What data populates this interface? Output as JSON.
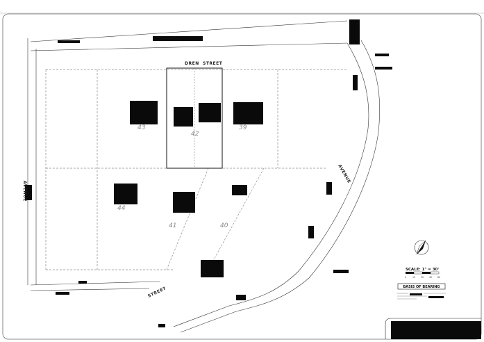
{
  "streets": {
    "top_left_word": "DREN",
    "top_right_word": "STREET",
    "left_word": "AVENUE",
    "right_word": "AVENUE",
    "bottom_word": "STREET"
  },
  "lots": [
    {
      "id": "lot-43",
      "label": "43"
    },
    {
      "id": "lot-42",
      "label": "42"
    },
    {
      "id": "lot-39",
      "label": "39"
    },
    {
      "id": "lot-44",
      "label": "44"
    },
    {
      "id": "lot-41",
      "label": "41"
    },
    {
      "id": "lot-40",
      "label": "40"
    }
  ],
  "scale": {
    "label": "SCALE: 1\" = 30'",
    "ticks": [
      "0",
      "15",
      "30",
      "45",
      "60"
    ]
  },
  "basis_of_bearing": {
    "title": "BASIS OF BEARING"
  }
}
